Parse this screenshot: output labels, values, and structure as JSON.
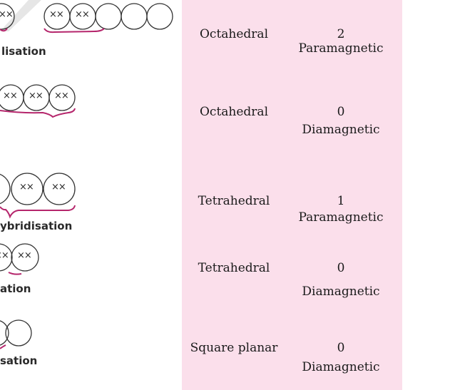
{
  "hybridisation_labels": [
    "lisation",
    "ybridisation",
    "ation",
    "sation"
  ],
  "orbital_marks": "××",
  "table_rows": [
    {
      "geometry": "Octahedral",
      "unpaired": "2",
      "magnetic": "Paramagnetic"
    },
    {
      "geometry": "Octahedral",
      "unpaired": "0",
      "magnetic": "Diamagnetic"
    },
    {
      "geometry": "Tetrahedral",
      "unpaired": "1",
      "magnetic": "Paramagnetic"
    },
    {
      "geometry": "Tetrahedral",
      "unpaired": "0",
      "magnetic": "Diamagnetic"
    },
    {
      "geometry": "Square planar",
      "unpaired": "0",
      "magnetic": "Diamagnetic"
    }
  ],
  "colors": {
    "table_background": "#fbdfeb",
    "brace": "#b5266c",
    "orbital_outline": "#333333"
  }
}
